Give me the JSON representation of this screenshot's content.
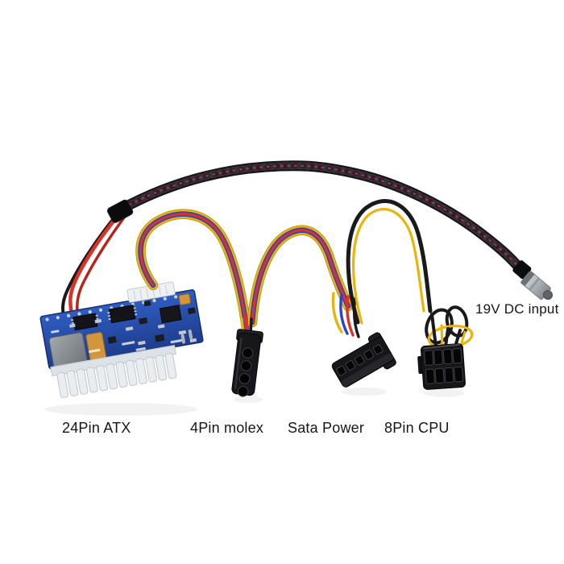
{
  "image_kind": "product-photo",
  "product": "DC-DC ATX power supply adapter cable set",
  "colors": {
    "background": "#ffffff",
    "pcb_blue": "#2b55b4",
    "pcb_blue_dark": "#1d3c8c",
    "wire_yellow": "#e9b50d",
    "wire_red": "#dd3126",
    "wire_blue": "#2946c9",
    "wire_black": "#1a1a1c",
    "braid_black": "#16161a",
    "connector_black": "#17171b",
    "connector_white": "#eef1f3",
    "metal_silver": "#b9bdc2",
    "label_text": "#161616"
  },
  "connectors": {
    "atx24": {
      "label": "24Pin ATX",
      "visible_pin_columns": 12
    },
    "molex4": {
      "label": "4Pin molex",
      "holes": 4
    },
    "sata": {
      "label": "Sata Power",
      "slots": 5
    },
    "cpu8": {
      "label": "8Pin CPU",
      "rows": 2,
      "cols": 4
    },
    "dc": {
      "label": "19V DC input"
    }
  },
  "board": {
    "solder_joints": 13
  }
}
